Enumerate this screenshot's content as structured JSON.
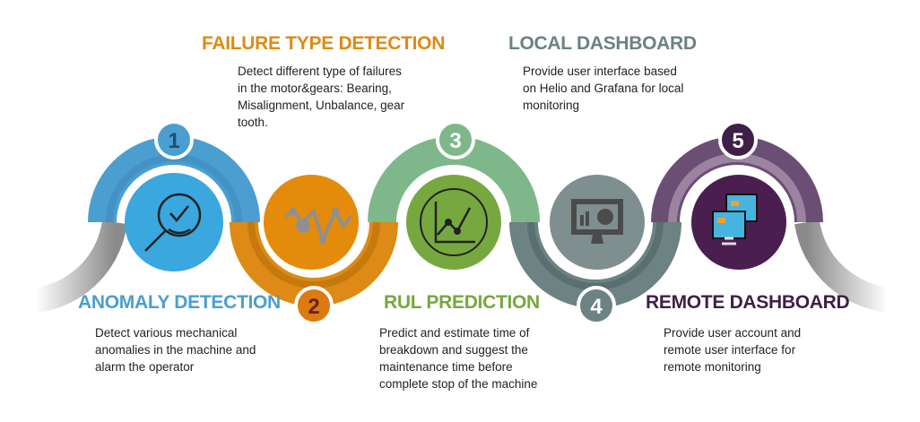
{
  "steps": [
    {
      "number": "1",
      "title": "ANOMALY DETECTION",
      "description": "Detect various mechanical\nanomalies in the machine and\nalarm the operator",
      "icon": "magnifier-check-icon",
      "color": "#4a9fd0"
    },
    {
      "number": "2",
      "title": "FAILURE TYPE DETECTION",
      "description": "Detect different type of failures\nin the motor&gears: Bearing,\nMisalignment, Unbalance, gear\ntooth.",
      "icon": "vibration-chart-icon",
      "color": "#dd8a16"
    },
    {
      "number": "3",
      "title": "RUL PREDICTION",
      "description": "Predict and estimate time of\nbreakdown and suggest the\nmaintenance time before\ncomplete stop of the machine",
      "icon": "line-chart-icon",
      "color": "#7eb88a"
    },
    {
      "number": "4",
      "title": "LOCAL  DASHBOARD",
      "description": "Provide user interface based\non Helio and Grafana for local\nmonitoring",
      "icon": "monitor-chart-icon",
      "color": "#6c8283"
    },
    {
      "number": "5",
      "title": "REMOTE DASHBOARD",
      "description": "Provide user account and\nremote user interface for\nremote monitoring",
      "icon": "remote-dashboard-icon",
      "color": "#5c3f66"
    }
  ]
}
